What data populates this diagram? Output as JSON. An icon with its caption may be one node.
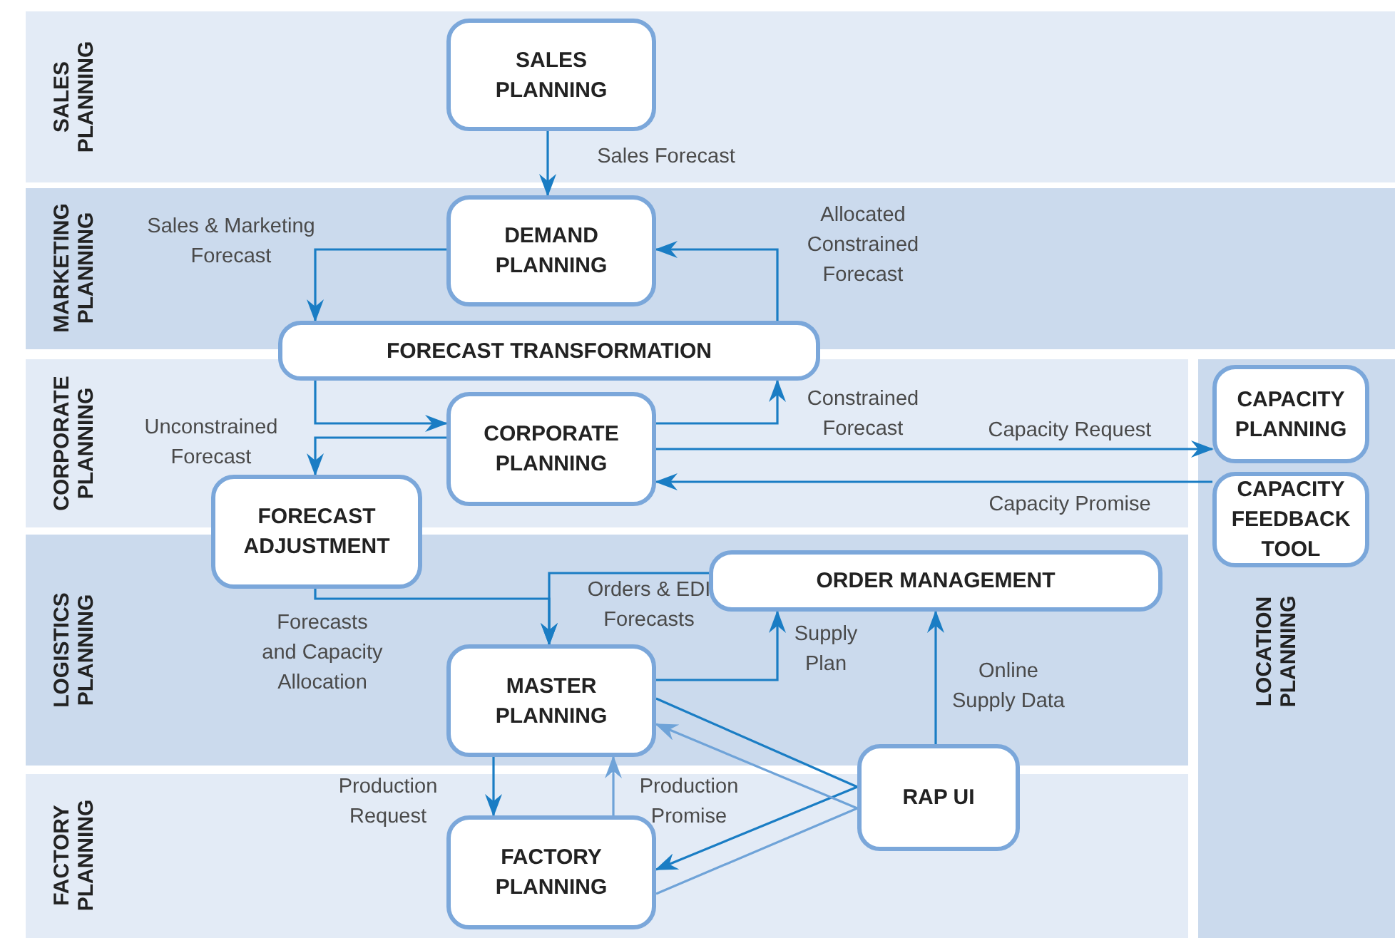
{
  "diagram": {
    "nodes": [
      {
        "text": [
          "SALES PLANNING"
        ]
      },
      {
        "text": [
          "SALES PLANNING"
        ],
        "in": 0
      },
      {
        "text": [
          "MARKETING PLANNING"
        ]
      },
      {
        "text": [
          "DEMAND PLANNING"
        ],
        "in": 2
      },
      {
        "text": [
          "FORECAST TRANSFORMATION"
        ]
      },
      {
        "text": [
          "CORPORATE PLANNING"
        ]
      },
      {
        "text": [
          "CORPORATE PLANNING"
        ],
        "in": 5
      },
      {
        "text": [
          "FORECAST ADJUSTMENT"
        ]
      },
      {
        "text": [
          "LOGISTICS PLANNING"
        ]
      },
      {
        "text": [
          "ORDER MANAGEMENT"
        ],
        "in": 8
      },
      {
        "text": [
          "MASTER PLANNING"
        ],
        "in": 8
      },
      {
        "text": [
          "FACTORY PLANNING"
        ]
      },
      {
        "text": [
          "FACTORY PLANNING"
        ],
        "in": 11
      },
      {
        "text": [
          "RAP UI"
        ]
      },
      {
        "text": [
          "LOCATION PLANNING"
        ]
      },
      {
        "text": [
          "CAPACITY PLANNING"
        ],
        "in": 14
      },
      {
        "text": [
          "CAPACITY FEEDBACK TOOL"
        ],
        "in": 14
      }
    ],
    "edges": [
      {
        "from": 1,
        "to": 3,
        "arrow": "to",
        "label": "Sales Forecast"
      },
      {
        "from": 3,
        "to": 4,
        "arrow": "to",
        "label": "Sales & Marketing Forecast"
      },
      {
        "from": 4,
        "to": 3,
        "arrow": "to",
        "label": "Allocated Constrained Forecast"
      },
      {
        "from": 4,
        "to": 6,
        "arrow": "to"
      },
      {
        "from": 6,
        "to": 7,
        "arrow": "to",
        "label": "Unconstrained Forecast"
      },
      {
        "from": 6,
        "to": 4,
        "arrow": "to",
        "label": "Constrained Forecast"
      },
      {
        "from": 6,
        "to": 15,
        "arrow": "to",
        "label": "Capacity Request"
      },
      {
        "from": 16,
        "to": 6,
        "arrow": "to",
        "label": "Capacity Promise"
      },
      {
        "from": 7,
        "to": 10,
        "arrow": "to",
        "label": "Forecasts and Capacity Allocation"
      },
      {
        "from": 9,
        "to": 10,
        "arrow": "to",
        "label": "Orders & EDI Forecasts"
      },
      {
        "from": 10,
        "to": 9,
        "arrow": "to",
        "label": "Supply Plan"
      },
      {
        "from": 13,
        "to": 9,
        "arrow": "to",
        "label": "Online Supply Data"
      },
      {
        "from": 10,
        "to": 13,
        "arrow": "none"
      },
      {
        "from": 13,
        "to": 12,
        "arrow": "to"
      },
      {
        "from": 12,
        "to": 13,
        "arrow": "none",
        "color": "#6fa3d8"
      },
      {
        "from": 13,
        "to": 10,
        "arrow": "to",
        "color": "#6fa3d8"
      },
      {
        "from": 10,
        "to": 12,
        "arrow": "to",
        "label": "Production Request"
      },
      {
        "from": 12,
        "to": 10,
        "arrow": "to",
        "label": "Production Promise",
        "color": "#6fa3d8"
      }
    ]
  }
}
